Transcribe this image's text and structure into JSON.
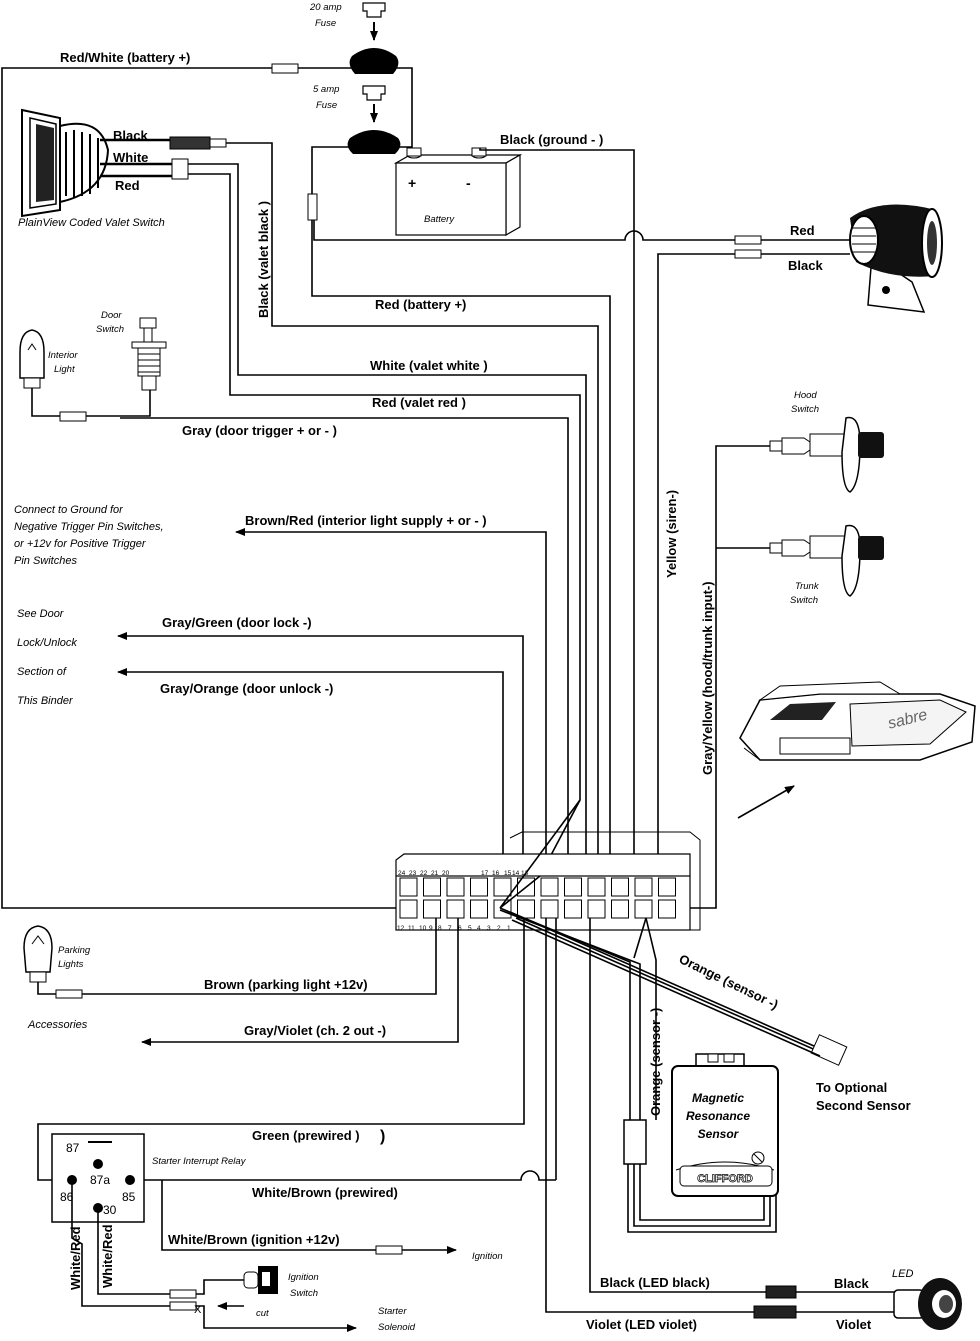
{
  "fuses": {
    "fuse_20": [
      "20 amp",
      "Fuse"
    ],
    "fuse_5": [
      "5 amp",
      "Fuse"
    ]
  },
  "battery": {
    "label": "Battery",
    "plus": "+",
    "minus": "-"
  },
  "valet_switch": {
    "caption": "PlainView Coded Valet Switch",
    "black": "Black",
    "white": "White",
    "red": "Red"
  },
  "interior": {
    "light": [
      "Interior",
      "Light"
    ],
    "door_switch": [
      "Door",
      "Switch"
    ]
  },
  "wires": {
    "red_white": "Red/White  (battery +)",
    "black_ground": "Black  (ground - )",
    "black_valet": "Black  (valet black )",
    "red_battery": "Red  (battery +)",
    "white_valet": "White  (valet white )",
    "red_valet": "Red  (valet red )",
    "gray_door": "Gray  (door trigger + or - )",
    "brown_red": "Brown/Red  (interior light supply + or - )",
    "gray_green": "Gray/Green  (door lock -)",
    "gray_orange": "Gray/Orange  (door unlock -)",
    "yellow_siren": "Yellow  (siren-)",
    "gray_yellow": "Gray/Yellow  (hood/trunk input-)",
    "brown_parking": "Brown  (parking light +12v)",
    "gray_violet": "Gray/Violet  (ch. 2 out -)",
    "orange_sensor_1": "Orange  (sensor -)",
    "orange_sensor_2": "Orange  (sensor -)",
    "green": "Green  (prewired          )",
    "white_brown_prewired": "White/Brown  (prewired)",
    "white_brown_ign": "White/Brown  (ignition +12v)",
    "black_led": "Black (LED black)",
    "violet_led": "Violet  (LED violet)",
    "white_red_1": "White/Red",
    "white_red_2": "White/Red"
  },
  "siren": {
    "red": "Red",
    "black": "Black"
  },
  "note_ground": [
    "Connect to Ground for",
    "Negative Trigger Pin Switches,",
    "or +12v for Positive Trigger",
    "Pin Switches"
  ],
  "note_door": [
    "See Door",
    "Lock/Unlock",
    "Section of",
    "This Binder"
  ],
  "hood": [
    "Hood",
    "Switch"
  ],
  "trunk": [
    "Trunk",
    "Switch"
  ],
  "remote_brand": "sabre",
  "connector": {
    "top_pins": [
      "24",
      "23",
      "22",
      "21",
      "20",
      "",
      "",
      "17",
      "16",
      "15",
      "14",
      "13"
    ],
    "bottom_pins": [
      "12",
      "11",
      "10",
      "9",
      "8",
      "7",
      "6",
      "5",
      "4",
      "3",
      "2",
      "1"
    ]
  },
  "parking": [
    "Parking",
    "Lights"
  ],
  "accessories": "Accessories",
  "optional_sensor": [
    "To Optional",
    "Second Sensor"
  ],
  "sensor": {
    "title": [
      "Magnetic",
      "Resonance",
      "Sensor"
    ],
    "brand": "CLIFFORD"
  },
  "relay": {
    "caption": "Starter Interrupt Relay",
    "p87": "87",
    "p87a": "87a",
    "p86": "86",
    "p85": "85",
    "p30": "30"
  },
  "ignition": {
    "label": "Ignition",
    "switch": [
      "Ignition",
      "Switch"
    ],
    "cut": "cut",
    "x": "X",
    "starter": [
      "Starter",
      "Solenoid"
    ]
  },
  "led": {
    "title": "LED",
    "black": "Black",
    "violet": "Violet"
  }
}
